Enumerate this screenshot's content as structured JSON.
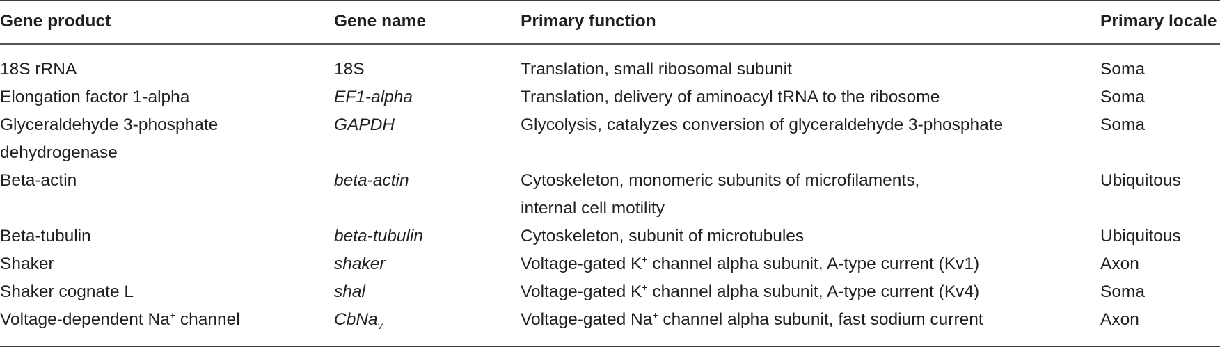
{
  "headers": {
    "gene_product": "Gene product",
    "gene_name": "Gene name",
    "primary_function": "Primary function",
    "primary_locale": "Primary locale"
  },
  "rows": [
    {
      "product": "18S rRNA",
      "gene": "18S",
      "function": "Translation, small ribosomal subunit",
      "locale": "Soma"
    },
    {
      "product": "Elongation factor 1-alpha",
      "gene": "EF1-alpha",
      "function": "Translation, delivery of aminoacyl tRNA to the ribosome",
      "locale": "Soma"
    },
    {
      "product_line1": "Glyceraldehyde 3-phosphate",
      "product_line2": "dehydrogenase",
      "gene": "GAPDH",
      "function": "Glycolysis, catalyzes conversion of glyceraldehyde 3-phosphate",
      "locale": "Soma"
    },
    {
      "product": "Beta-actin",
      "gene": "beta-actin",
      "function_line1": "Cytoskeleton, monomeric subunits of microfilaments,",
      "function_line2": "internal cell motility",
      "locale": "Ubiquitous"
    },
    {
      "product": "Beta-tubulin",
      "gene": "beta-tubulin",
      "function": "Cytoskeleton, subunit of microtubules",
      "locale": "Ubiquitous"
    },
    {
      "product": "Shaker",
      "gene": "shaker",
      "function_pre": "Voltage-gated K",
      "function_sup": "+",
      "function_post": " channel alpha subunit, A-type current (Kv1)",
      "locale": "Axon"
    },
    {
      "product": "Shaker cognate L",
      "gene": "shal",
      "function_pre": "Voltage-gated K",
      "function_sup": "+",
      "function_post": " channel alpha subunit, A-type current (Kv4)",
      "locale": "Soma"
    },
    {
      "product_pre": "Voltage-dependent Na",
      "product_sup": "+",
      "product_post": " channel",
      "gene_pre": "CbNa",
      "gene_sub": "v",
      "function_pre": "Voltage-gated Na",
      "function_sup": "+",
      "function_post": " channel alpha subunit, fast sodium current",
      "locale": "Axon"
    }
  ]
}
